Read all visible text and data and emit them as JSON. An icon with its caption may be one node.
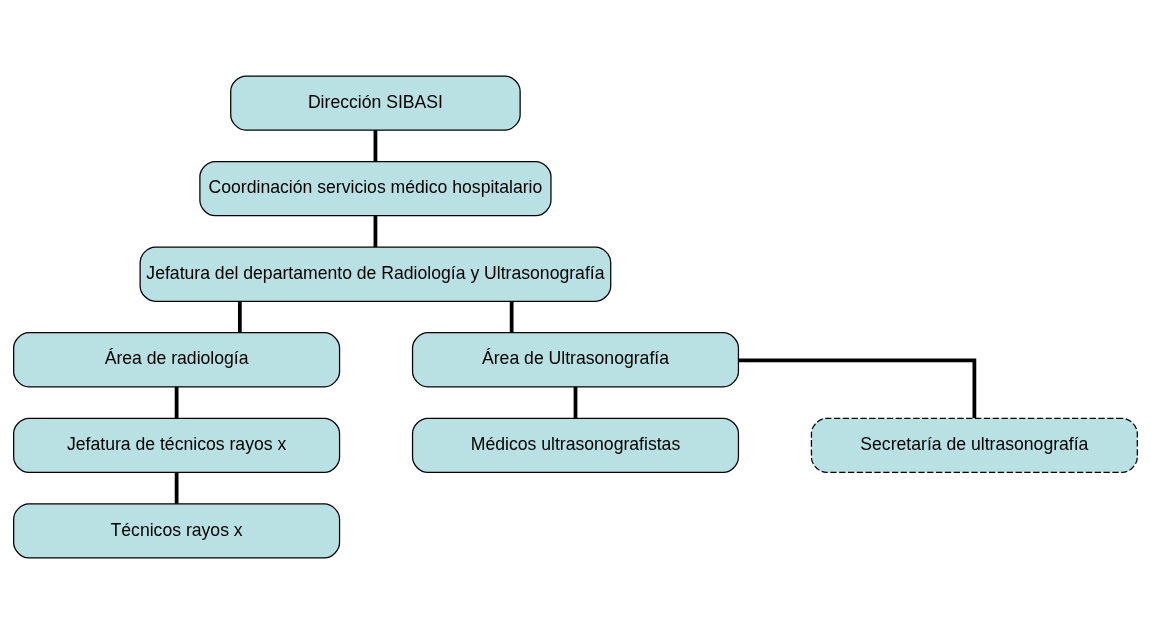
{
  "diagram": {
    "nodes": [
      {
        "text": [
          "Dirección SIBASI"
        ]
      },
      {
        "text": [
          "Coordinación servicios médico hospitalario"
        ]
      },
      {
        "text": [
          "Jefatura del departamento de Radiología y Ultrasonografía"
        ]
      },
      {
        "text": [
          "Área de radiología"
        ]
      },
      {
        "text": [
          "Área de Ultrasonografía"
        ]
      },
      {
        "text": [
          "Jefatura de técnicos rayos x"
        ]
      },
      {
        "text": [
          "Médicos ultrasonografistas"
        ]
      },
      {
        "text": [
          "Técnicos rayos x"
        ]
      },
      {
        "text": [
          "Secretaría de ultrasonografía"
        ]
      }
    ],
    "edges": [
      {
        "from": 0,
        "to": 1,
        "arrow": "none"
      },
      {
        "from": 1,
        "to": 2,
        "arrow": "none"
      },
      {
        "from": 2,
        "to": 3,
        "arrow": "none"
      },
      {
        "from": 2,
        "to": 4,
        "arrow": "none"
      },
      {
        "from": 3,
        "to": 5,
        "arrow": "none"
      },
      {
        "from": 4,
        "to": 6,
        "arrow": "none"
      },
      {
        "from": 4,
        "to": 8,
        "arrow": "none"
      },
      {
        "from": 5,
        "to": 7,
        "arrow": "none"
      }
    ]
  }
}
